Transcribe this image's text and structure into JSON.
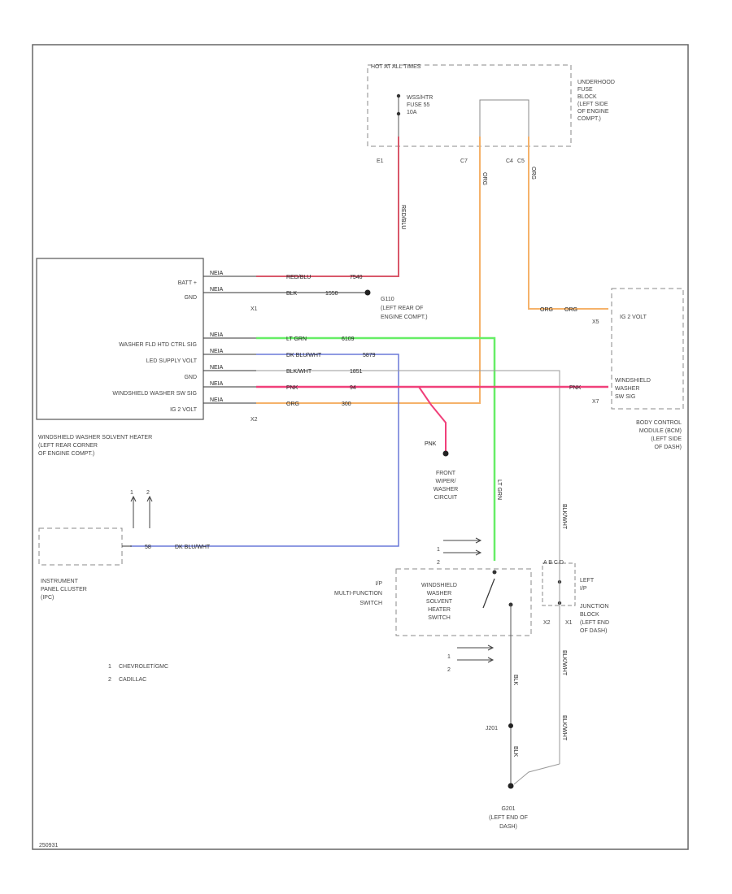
{
  "fuse_block": {
    "hot_label": "HOT AT ALL TIMES",
    "fuse_label": [
      "WSS/HTR",
      "FUSE 55",
      "10A"
    ],
    "name": [
      "UNDERHOOD",
      "FUSE",
      "BLOCK",
      "(LEFT SIDE",
      "OF ENGINE",
      "COMPT.)"
    ],
    "pins": [
      "E1",
      "C7",
      "C4",
      "C5"
    ]
  },
  "heater": {
    "terminals": [
      "BATT +",
      "GND",
      "WASHER FLD HTD CTRL SIG",
      "LED SUPPLY VOLT",
      "GND",
      "WINDSHIELD WASHER SW SIG",
      "IG 2 VOLT"
    ],
    "name": [
      "WINDSHIELD WASHER SOLVENT HEATER",
      "(LEFT REAR CORNER",
      "OF ENGINE COMPT.)"
    ],
    "conn_x1": "X1",
    "conn_x2": "X2",
    "conn_tag": "NEIA"
  },
  "wires": {
    "batt_color": "RED/BLU",
    "batt_circuit": "7540",
    "gnd_color": "BLK",
    "gnd_circuit": "1550",
    "ctrl_color": "LT GRN",
    "ctrl_circuit": "6109",
    "led_color": "DK BLU/WHT",
    "led_circuit": "5879",
    "gnd2_color": "BLK/WHT",
    "gnd2_circuit": "1851",
    "sw_color": "PNK",
    "sw_circuit": "94",
    "ig_color": "ORG",
    "ig_circuit": "300",
    "fuse_out_color": "RED/BLU",
    "orange_vert_color": "ORG",
    "orange_right_color": "ORG",
    "bcm_wire": "ORG",
    "ltgrn_vert": "LT GRN",
    "ipc_wire": "DK BLU/WHT",
    "blk_wht_vert": "BLK/WHT",
    "blk_lower": "BLK",
    "pnk_bcm": "PNK"
  },
  "ground_g110": [
    "G110",
    "(LEFT REAR OF",
    "ENGINE COMPT.)"
  ],
  "bcm": {
    "ig_label": "IG 2 VOLT",
    "switch_label": [
      "WINDSHIELD",
      "WASHER",
      "SW SIG"
    ],
    "name": [
      "BODY CONTROL",
      "MODULE (BCM)",
      "(LEFT SIDE",
      "OF DASH)"
    ],
    "pins": [
      "X5",
      "X7"
    ]
  },
  "front_wiper": {
    "pnk_label": "PNK",
    "name": [
      "FRONT",
      "WIPER/",
      "WASHER",
      "CIRCUIT"
    ]
  },
  "ipc": {
    "name": [
      "INSTRUMENT",
      "PANEL CLUSTER",
      "(IPC)"
    ],
    "pin": "58",
    "markers": [
      "1",
      "2"
    ]
  },
  "multi_switch": {
    "code": [
      "I/P"
    ],
    "name": [
      "MULTI-FUNCTION",
      "SWITCH"
    ],
    "inner": [
      "WINDSHIELD",
      "WASHER",
      "SOLVENT",
      "HEATER",
      "SWITCH"
    ],
    "markers": [
      "1",
      "2"
    ]
  },
  "junction_block": {
    "name": [
      "LEFT",
      "I/P",
      "JUNCTION",
      "BLOCK",
      "(LEFT END",
      "OF DASH)"
    ],
    "pins": [
      "X2",
      "X1"
    ],
    "top_pins": "A B C D"
  },
  "splice": "J201",
  "ground_g201": [
    "G201",
    "(LEFT END OF",
    "DASH)"
  ],
  "legend": [
    {
      "num": "1",
      "label": "CHEVROLET/GMC"
    },
    {
      "num": "2",
      "label": "CADILLAC"
    }
  ],
  "footer_code": "250931",
  "colors": {
    "red": "#d9586a",
    "pink": "#f0407a",
    "orange": "#f5b26a",
    "green": "#66ee66",
    "blue": "#6a78d8",
    "gray": "#9a9a9a",
    "dark": "#333333"
  }
}
